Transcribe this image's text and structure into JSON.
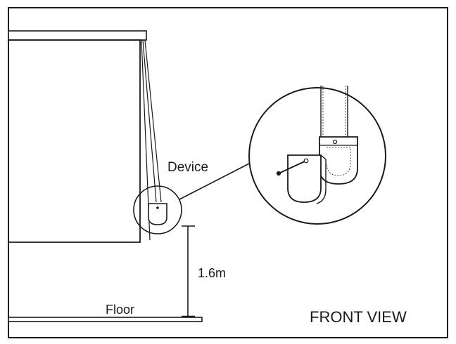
{
  "labels": {
    "device": "Device",
    "height": "1.6m",
    "floor": "Floor",
    "view": "FRONT VIEW"
  },
  "colors": {
    "stroke": "#1a1a1a",
    "background": "#ffffff"
  }
}
